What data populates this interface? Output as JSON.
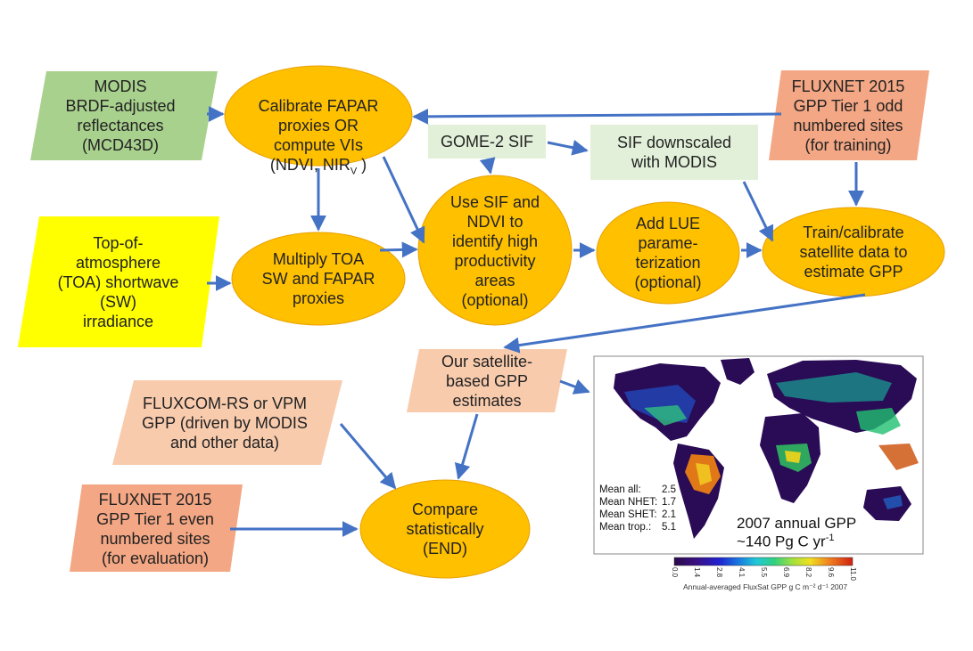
{
  "nodes": {
    "modis": "MODIS\nBRDF-adjusted\nreflectances\n(MCD43D)",
    "calibrate_fapar": "Calibrate FAPAR\nproxies OR\ncompute VIs\n(NDVI, NIR",
    "calibrate_fapar_sub": "V",
    "calibrate_fapar_end": " )",
    "gome2": "GOME-2 SIF",
    "sif_downscaled": "SIF downscaled\nwith MODIS",
    "fluxnet_odd": "FLUXNET 2015\nGPP Tier 1 odd\nnumbered sites\n(for training)",
    "toa": "Top-of-\natmosphere\n(TOA) shortwave\n(SW)\nirradiance",
    "multiply": "Multiply TOA\nSW and FAPAR\nproxies",
    "use_sif": "Use SIF and\nNDVI to\nidentify high\nproductivity\nareas\n(optional)",
    "add_lue": "Add LUE\nparame-\nterization\n(optional)",
    "train": "Train/calibrate\nsatellite data to\nestimate GPP",
    "our_estimates": "Our satellite-\nbased GPP\nestimates",
    "fluxcom": "FLUXCOM-RS or VPM\nGPP (driven by MODIS\nand other data)",
    "fluxnet_even": "FLUXNET 2015\nGPP Tier 1 even\nnumbered sites\n(for evaluation)",
    "compare": "Compare\nstatistically\n(END)"
  },
  "map": {
    "stats": [
      {
        "label": "Mean all:",
        "value": "2.5"
      },
      {
        "label": "Mean NHET:",
        "value": "1.7"
      },
      {
        "label": "Mean SHET:",
        "value": "2.1"
      },
      {
        "label": "Mean trop.:",
        "value": "5.1"
      }
    ],
    "caption_line1": "2007 annual GPP",
    "caption_line2_prefix": "~140 Pg C yr",
    "caption_line2_sup": "-1",
    "colorbar_ticks": [
      "0.0",
      "1.4",
      "2.8",
      "4.1",
      "5.5",
      "6.9",
      "8.2",
      "9.6",
      "11.0"
    ],
    "colorbar_title": "Annual-averaged FluxSat GPP g C m⁻² d⁻¹ 2007"
  },
  "colors": {
    "orange_ellipse": "#FFC000",
    "ellipse_border": "#E8A000",
    "salmon": "#F4B183",
    "salmon_dark": "#F4A080",
    "peach": "#F8CBAD",
    "green": "#A9D18E",
    "yellow": "#FFFF00",
    "light_green": "#E2F0D9",
    "arrow": "#4472C4"
  }
}
